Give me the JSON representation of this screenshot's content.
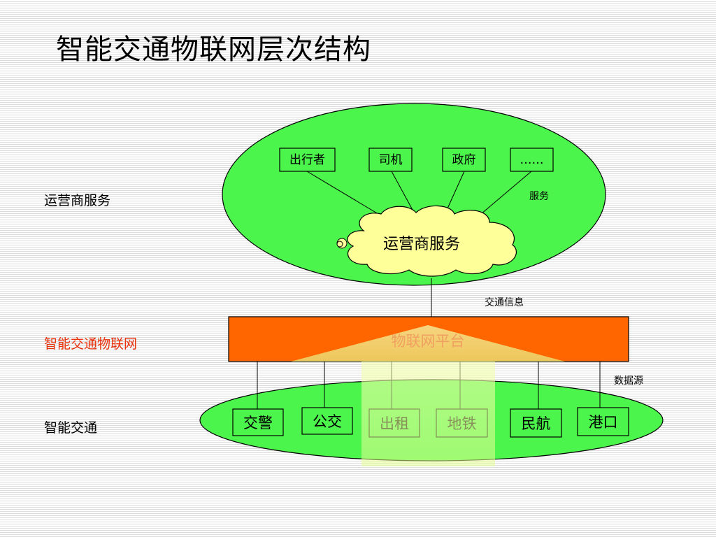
{
  "title": "智能交通物联网层次结构",
  "side_labels": {
    "operator_service": "运营商服务",
    "iot": "智能交通物联网",
    "transport": "智能交通"
  },
  "top_layer": {
    "users": [
      "出行者",
      "司机",
      "政府",
      "……"
    ],
    "service_label": "服务",
    "cloud_label": "运营商服务"
  },
  "middle_layer": {
    "connection_label": "交通信息",
    "platform_label": "物联网平台",
    "source_label": "数据源"
  },
  "bottom_layer": {
    "sources": [
      "交警",
      "公交",
      "出租",
      "地铁",
      "民航",
      "港口"
    ]
  },
  "colors": {
    "ellipse_green": "#4cf54c",
    "cloud_yellow": "#ffff99",
    "platform_orange": "#ff6600",
    "overlay_yellow": "#eeffa0",
    "red_label": "#e8300a"
  }
}
